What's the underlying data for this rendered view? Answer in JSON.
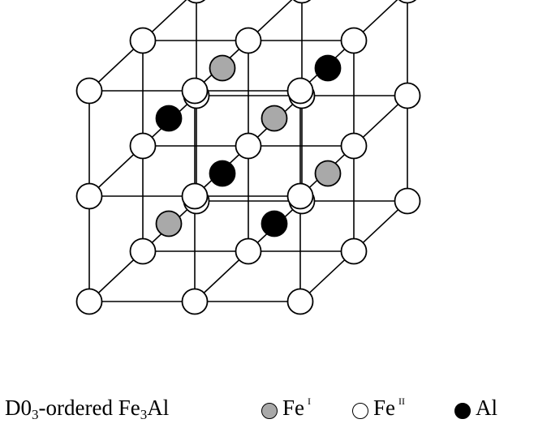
{
  "figure": {
    "caption_prefix": "D0",
    "caption_sub": "3",
    "caption_suffix": "-ordered Fe",
    "caption_sub2": "3",
    "caption_end": "Al"
  },
  "legend": [
    {
      "key": "fe1",
      "label": "Fe",
      "sup": "I",
      "fill": "#a9a9a9"
    },
    {
      "key": "fe2",
      "label": "Fe",
      "sup": "II",
      "fill": "#ffffff"
    },
    {
      "key": "al",
      "label": "Al",
      "sup": "",
      "fill": "#000000"
    }
  ],
  "colors": {
    "line": "#000000",
    "fe1": "#a9a9a9",
    "fe2": "#ffffff",
    "al": "#000000"
  }
}
